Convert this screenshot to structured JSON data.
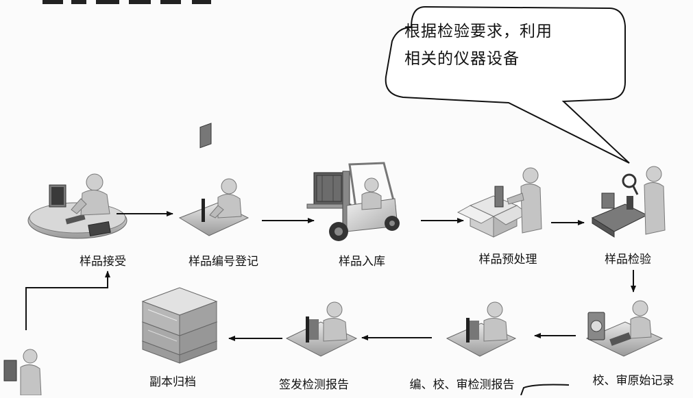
{
  "top_cutoff_text": "",
  "callout": {
    "line1": "根据检验要求，利用",
    "line2": "相关的仪器设备"
  },
  "steps": [
    {
      "id": "sample-receive",
      "label": "样品接受",
      "icon": "reception-desk-person-icon"
    },
    {
      "id": "sample-register",
      "label": "样品编号登记",
      "icon": "computer-worker-icon"
    },
    {
      "id": "sample-storage",
      "label": "样品入库",
      "icon": "forklift-icon"
    },
    {
      "id": "sample-pretreat",
      "label": "样品预处理",
      "icon": "box-handling-person-icon"
    },
    {
      "id": "sample-inspect",
      "label": "样品检验",
      "icon": "lab-inspection-conveyor-icon"
    },
    {
      "id": "check-original-record",
      "label": "校、审原始记录",
      "icon": "worker-with-instrument-icon"
    },
    {
      "id": "review-report",
      "label": "编、校、审检测报告",
      "icon": "computer-worker-icon"
    },
    {
      "id": "issue-report",
      "label": "签发检测报告",
      "icon": "computer-worker-icon"
    },
    {
      "id": "archive-copy",
      "label": "副本归档",
      "icon": "document-stack-icon"
    }
  ],
  "colors": {
    "figure": "#c9c9c9",
    "figure_dark": "#8a8a8a",
    "machine": "#6f6f6f",
    "forklift_yellow": "#e0e0e0",
    "line": "#111111"
  }
}
